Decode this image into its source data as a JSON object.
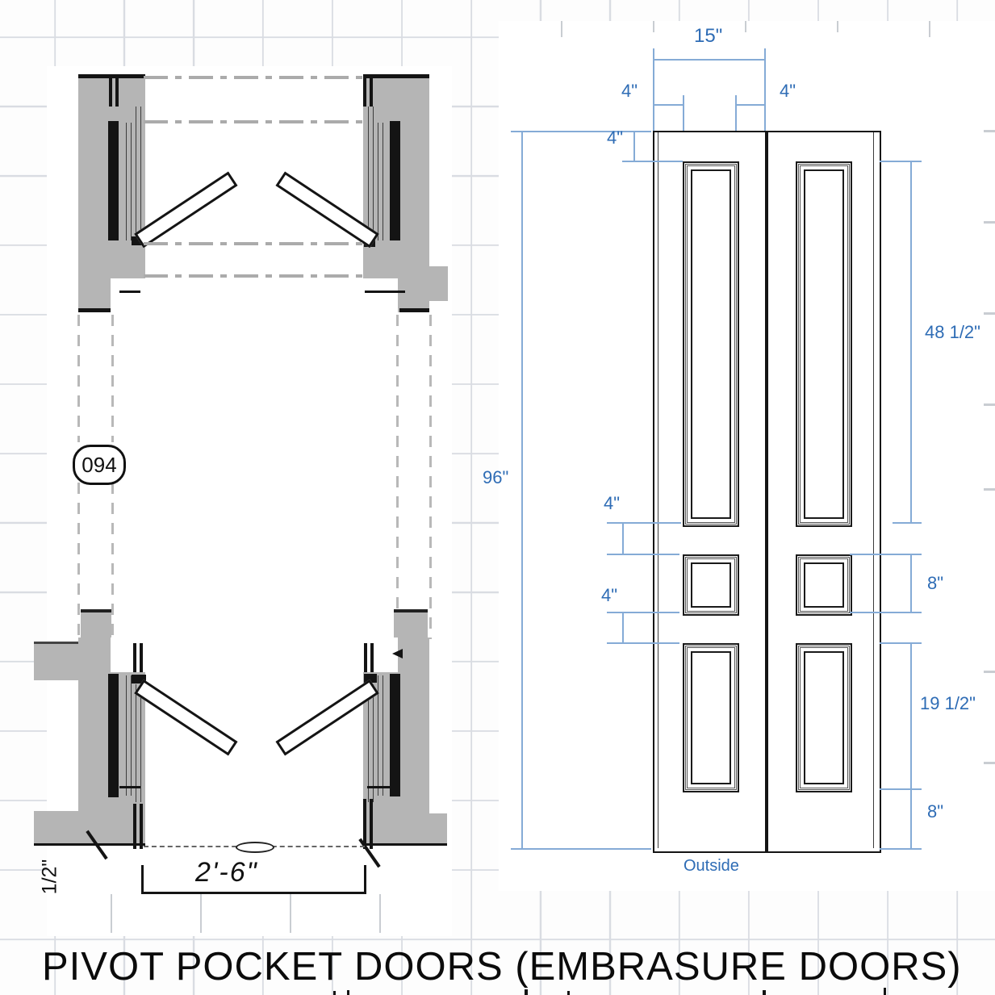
{
  "title": {
    "main": "PIVOT POCKET DOORS (EMBRASURE DOORS)"
  },
  "plan": {
    "door_tag": "094",
    "opening_width": "2'-6\"",
    "wall_note": "1/2\""
  },
  "elevation": {
    "overall_width": "15\"",
    "stile_left": "4\"",
    "stile_right": "4\"",
    "top_rail": "4\"",
    "overall_height": "96\"",
    "top_panel_height": "48 1/2\"",
    "mid_rail_upper": "4\"",
    "square_panel_height": "8\"",
    "mid_rail_lower": "4\"",
    "bottom_panel_height": "19 1/2\"",
    "bottom_rail_height": "8\"",
    "orientation_label": "Outside"
  },
  "colors": {
    "dimension_text": "#2e6cb5",
    "dimension_line": "#85abd6",
    "wall_fill": "#b5b5b5",
    "grid_line": "#d9dce2"
  }
}
